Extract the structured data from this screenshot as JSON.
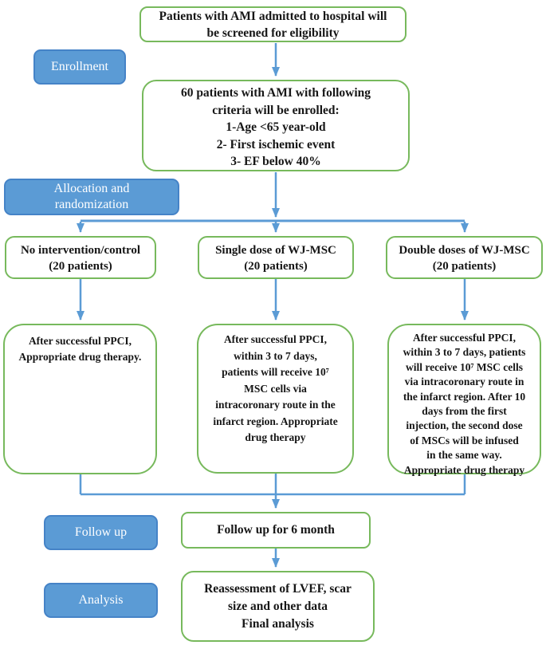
{
  "stages": {
    "enrollment": "Enrollment",
    "allocation": "Allocation and\nrandomization",
    "follow_up": "Follow up",
    "analysis": "Analysis"
  },
  "nodes": {
    "screening": "Patients with AMI admitted to hospital will\nbe screened for eligibility",
    "enrolled": "60 patients with AMI with following\ncriteria will be enrolled:\n1-Age <65 year-old\n2- First ischemic event\n3- EF below 40%",
    "arm_control": "No intervention/control\n(20 patients)",
    "arm_single": "Single dose of WJ-MSC\n(20 patients)",
    "arm_double": "Double doses of WJ-MSC\n(20 patients)",
    "arm_control_detail": "After successful PPCI,\nAppropriate drug therapy.",
    "arm_single_detail": "After successful PPCI,\nwithin 3 to 7 days,\npatients will receive 10⁷\nMSC cells via\nintracoronary route in the\ninfarct region. Appropriate\ndrug therapy",
    "arm_double_detail": "After successful PPCI,\nwithin 3 to 7 days, patients\nwill receive 10⁷ MSC cells\nvia intracoronary route in\nthe infarct region. After 10\ndays from the first\ninjection, the second dose\nof MSCs will be infused\nin the same way.\nAppropriate drug therapy",
    "follow_up": "Follow up for 6 month",
    "final_analysis": "Reassessment of LVEF, scar\nsize and other data\nFinal analysis"
  },
  "colors": {
    "box_border_green": "#77b95c",
    "connector_blue": "#5b9bd5",
    "stage_label_fill": "#5b9bd5",
    "stage_label_border": "#4583c7",
    "stage_label_text": "#ffffff",
    "box_text": "#161616"
  }
}
